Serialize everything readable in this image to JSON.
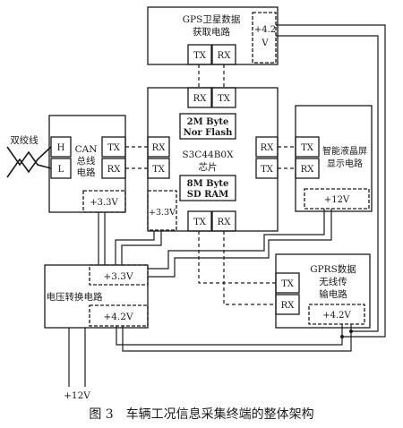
{
  "gps": {
    "title_line1": "GPS卫星数据",
    "title_line2": "获取电路",
    "tx": "TX",
    "rx": "RX",
    "power_line1": "+4.2",
    "power_line2": "V"
  },
  "cpu": {
    "rx": "RX",
    "tx": "TX",
    "flash_line1": "2M Byte",
    "flash_line2": "Nor Flash",
    "chip_line1": "S3C44B0X",
    "chip_line2": "芯片",
    "sdram_line1": "8M Byte",
    "sdram_line2": "SD RAM",
    "left_rx1": "RX",
    "left_rx2": "TX",
    "right_rx1": "RX",
    "right_rx2": "TX",
    "power": "+3.3V",
    "bottom_tx": "TX",
    "bottom_rx": "RX"
  },
  "can": {
    "h": "H",
    "l": "L",
    "title_line1": "CAN",
    "title_line2": "总线",
    "title_line3": "电路",
    "tx": "TX",
    "rx": "RX",
    "power": "+3.3V"
  },
  "twisted_pair": {
    "label": "双绞线"
  },
  "lcd": {
    "tx": "TX",
    "rx": "RX",
    "title_line1": "智能液晶屏",
    "title_line2": "显示电路",
    "power": "+12V"
  },
  "voltage": {
    "title": "电压转换电路",
    "out_33": "+3.3V",
    "out_42": "+4.2V"
  },
  "gprs": {
    "title_line1": "GPRS数据",
    "title_line2": "无线传",
    "title_line3": "输电路",
    "tx": "TX",
    "rx": "RX",
    "power": "+4.2V"
  },
  "supply": {
    "label": "+12V"
  },
  "caption": {
    "text": "图 3　车辆工况信息采集终端的整体架构"
  }
}
